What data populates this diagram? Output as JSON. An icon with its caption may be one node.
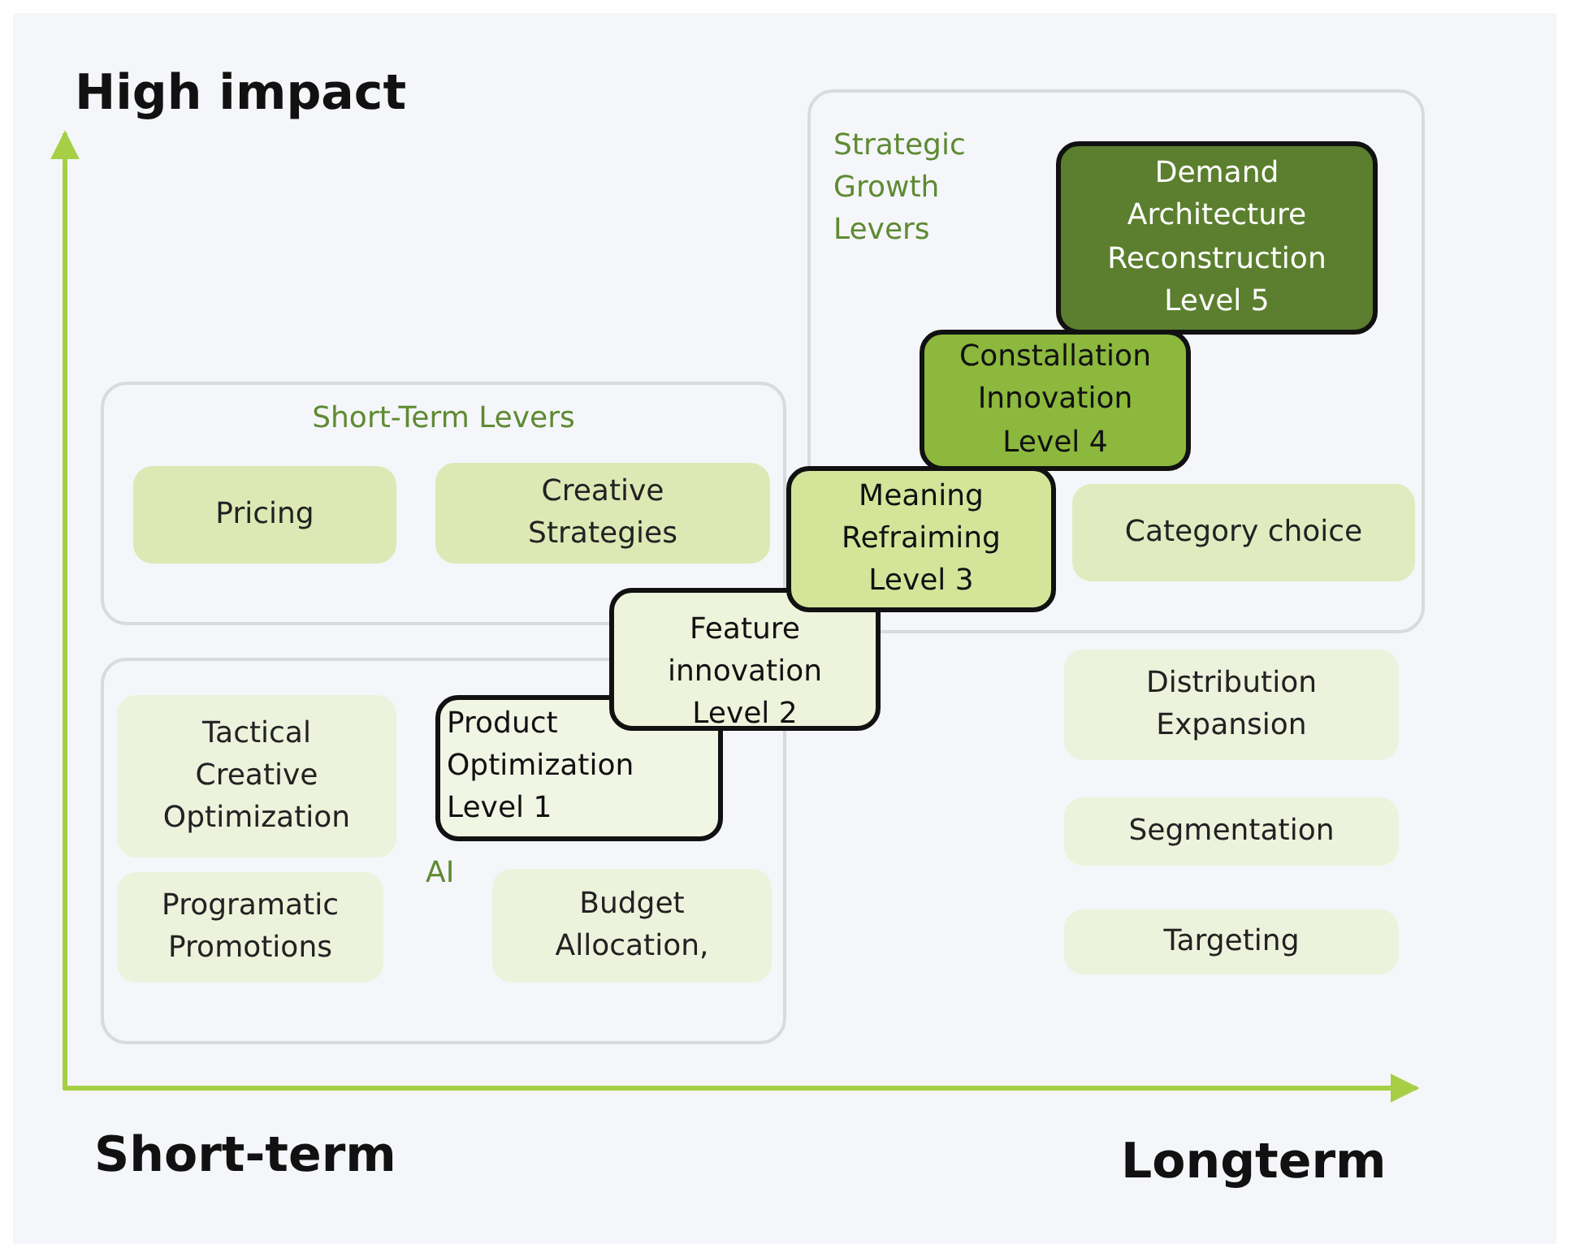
{
  "diagram": {
    "nodes": [
      {
        "text": [
          "Strategic Growth Levers"
        ]
      },
      {
        "text": [
          "Demand Architecture Reconstruction",
          "Level 5"
        ],
        "in": 0
      },
      {
        "text": [
          "Constallation Innovation",
          "Level 4"
        ],
        "in": 0
      },
      {
        "text": [
          "Short-Term Levers"
        ]
      },
      {
        "text": [
          "Pricing"
        ],
        "in": 3
      },
      {
        "text": [
          "Creative Strategies"
        ],
        "in": 3
      },
      {
        "text": [
          "Meaning Refraiming",
          "Level 3"
        ]
      },
      {
        "text": [
          "Category choice"
        ],
        "in": 0
      },
      {
        "text": [
          "Feature innovation",
          "Level 2"
        ]
      },
      {
        "text": [
          "Distribution Expansion"
        ]
      },
      {
        "text": [
          "AI"
        ]
      },
      {
        "text": [
          "Tactical Creative Optimization"
        ],
        "in": 10
      },
      {
        "text": [
          "Product Optimization",
          "Level 1"
        ],
        "in": 10
      },
      {
        "text": [
          "Programatic Promotions"
        ],
        "in": 10
      },
      {
        "text": [
          "Budget Allocation,"
        ],
        "in": 10
      },
      {
        "text": [
          "Segmentation"
        ]
      },
      {
        "text": [
          "Targeting"
        ]
      }
    ],
    "labels": [
      "High impact",
      "Short-term",
      "Longterm"
    ]
  }
}
